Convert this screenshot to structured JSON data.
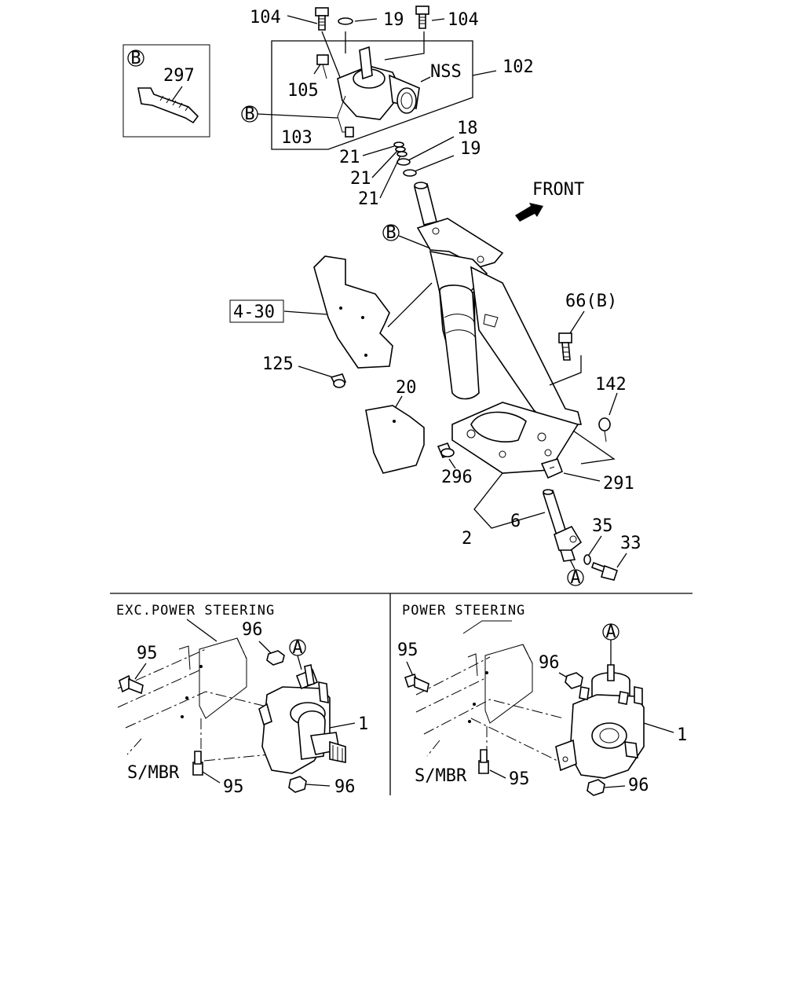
{
  "labels": {
    "l104a": "104",
    "l19a": "19",
    "l104b": "104",
    "l297": "297",
    "lB_inset": "B",
    "lNSS": "NSS",
    "l102": "102",
    "l105": "105",
    "lB_main": "B",
    "l103": "103",
    "l18": "18",
    "l19b": "19",
    "l21a": "21",
    "l21b": "21",
    "l21c": "21",
    "lFRONT": "FRONT",
    "lB_col": "B",
    "l4_30": "4-30",
    "l66B": "66(B)",
    "l125": "125",
    "l142": "142",
    "l20": "20",
    "l296": "296",
    "l291": "291",
    "l2": "2",
    "l6": "6",
    "l35": "35",
    "l33": "33",
    "lA_col": "A",
    "left_header": "EXC.POWER STEERING",
    "left_96a": "96",
    "left_95a": "95",
    "left_A": "A",
    "left_1": "1",
    "left_smbr": "S/MBR",
    "left_95b": "95",
    "left_96b": "96",
    "right_header": "POWER STEERING",
    "right_95a": "95",
    "right_96a": "96",
    "right_A": "A",
    "right_1": "1",
    "right_smbr": "S/MBR",
    "right_95b": "95",
    "right_96b": "96"
  }
}
